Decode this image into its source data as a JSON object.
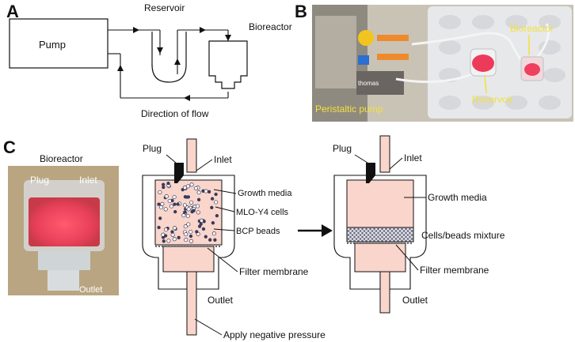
{
  "panels": {
    "A": {
      "letter": "A",
      "pump": "Pump",
      "reservoir": "Reservoir",
      "bioreactor": "Bioreactor",
      "flow": "Direction of flow"
    },
    "B": {
      "letter": "B",
      "pump": "Peristaltic pump",
      "bioreactor": "Bioreactor",
      "reservoir": "Reservoir",
      "pump_brand": "thomas"
    },
    "C": {
      "letter": "C",
      "photo": {
        "title": "Bioreactor",
        "plug": "Plug",
        "inlet": "Inlet",
        "outlet": "Outlet"
      },
      "left": {
        "plug": "Plug",
        "inlet": "Inlet",
        "media": "Growth media",
        "cells": "MLO-Y4 cells",
        "beads": "BCP beads",
        "filter": "Filter membrane",
        "outlet": "Outlet",
        "pressure": "Apply negative pressure"
      },
      "right": {
        "plug": "Plug",
        "inlet": "Inlet",
        "media": "Growth media",
        "mixture": "Cells/beads mixture",
        "filter": "Filter membrane",
        "outlet": "Outlet"
      }
    }
  },
  "colors": {
    "media": "#f9d5cb",
    "photo_background": "#b9a581",
    "photo_b_background": "#c9c3b6",
    "red_label": "#f2e23a",
    "dark": "#111111"
  }
}
